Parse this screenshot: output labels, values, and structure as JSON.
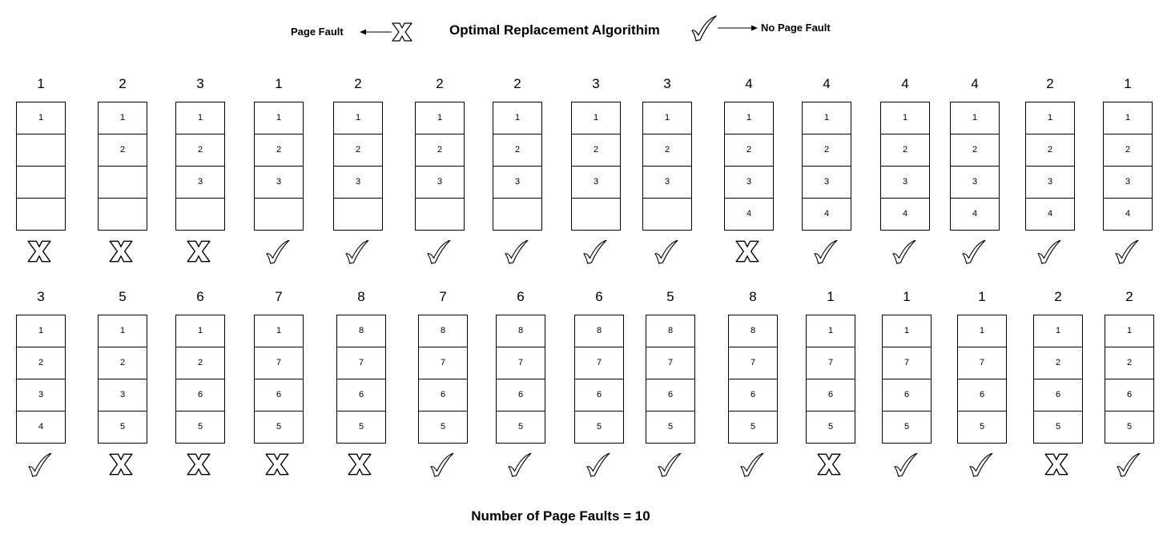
{
  "legend": {
    "fault_label": "Page Fault",
    "title": "Optimal Replacement Algorithim",
    "no_fault_label": "No Page Fault"
  },
  "rows": [
    {
      "columns": [
        {
          "ref": "1",
          "frames": [
            "1",
            "",
            "",
            ""
          ],
          "fault": true
        },
        {
          "ref": "2",
          "frames": [
            "1",
            "2",
            "",
            ""
          ],
          "fault": true
        },
        {
          "ref": "3",
          "frames": [
            "1",
            "2",
            "3",
            ""
          ],
          "fault": true
        },
        {
          "ref": "1",
          "frames": [
            "1",
            "2",
            "3",
            ""
          ],
          "fault": false
        },
        {
          "ref": "2",
          "frames": [
            "1",
            "2",
            "3",
            ""
          ],
          "fault": false
        },
        {
          "ref": "2",
          "frames": [
            "1",
            "2",
            "3",
            ""
          ],
          "fault": false
        },
        {
          "ref": "2",
          "frames": [
            "1",
            "2",
            "3",
            ""
          ],
          "fault": false
        },
        {
          "ref": "3",
          "frames": [
            "1",
            "2",
            "3",
            ""
          ],
          "fault": false
        },
        {
          "ref": "3",
          "frames": [
            "1",
            "2",
            "3",
            ""
          ],
          "fault": false
        },
        {
          "ref": "4",
          "frames": [
            "1",
            "2",
            "3",
            "4"
          ],
          "fault": true
        },
        {
          "ref": "4",
          "frames": [
            "1",
            "2",
            "3",
            "4"
          ],
          "fault": false
        },
        {
          "ref": "4",
          "frames": [
            "1",
            "2",
            "3",
            "4"
          ],
          "fault": false
        },
        {
          "ref": "4",
          "frames": [
            "1",
            "2",
            "3",
            "4"
          ],
          "fault": false
        },
        {
          "ref": "2",
          "frames": [
            "1",
            "2",
            "3",
            "4"
          ],
          "fault": false
        },
        {
          "ref": "1",
          "frames": [
            "1",
            "2",
            "3",
            "4"
          ],
          "fault": false
        }
      ]
    },
    {
      "columns": [
        {
          "ref": "3",
          "frames": [
            "1",
            "2",
            "3",
            "4"
          ],
          "fault": false
        },
        {
          "ref": "5",
          "frames": [
            "1",
            "2",
            "3",
            "5"
          ],
          "fault": true
        },
        {
          "ref": "6",
          "frames": [
            "1",
            "2",
            "6",
            "5"
          ],
          "fault": true
        },
        {
          "ref": "7",
          "frames": [
            "1",
            "7",
            "6",
            "5"
          ],
          "fault": true
        },
        {
          "ref": "8",
          "frames": [
            "8",
            "7",
            "6",
            "5"
          ],
          "fault": true
        },
        {
          "ref": "7",
          "frames": [
            "8",
            "7",
            "6",
            "5"
          ],
          "fault": false
        },
        {
          "ref": "6",
          "frames": [
            "8",
            "7",
            "6",
            "5"
          ],
          "fault": false
        },
        {
          "ref": "6",
          "frames": [
            "8",
            "7",
            "6",
            "5"
          ],
          "fault": false
        },
        {
          "ref": "5",
          "frames": [
            "8",
            "7",
            "6",
            "5"
          ],
          "fault": false
        },
        {
          "ref": "8",
          "frames": [
            "8",
            "7",
            "6",
            "5"
          ],
          "fault": false
        },
        {
          "ref": "1",
          "frames": [
            "1",
            "7",
            "6",
            "5"
          ],
          "fault": true
        },
        {
          "ref": "1",
          "frames": [
            "1",
            "7",
            "6",
            "5"
          ],
          "fault": false
        },
        {
          "ref": "1",
          "frames": [
            "1",
            "7",
            "6",
            "5"
          ],
          "fault": false
        },
        {
          "ref": "2",
          "frames": [
            "1",
            "2",
            "6",
            "5"
          ],
          "fault": true
        },
        {
          "ref": "2",
          "frames": [
            "1",
            "2",
            "6",
            "5"
          ],
          "fault": false
        }
      ]
    }
  ],
  "footer": "Number of Page Faults = 10"
}
